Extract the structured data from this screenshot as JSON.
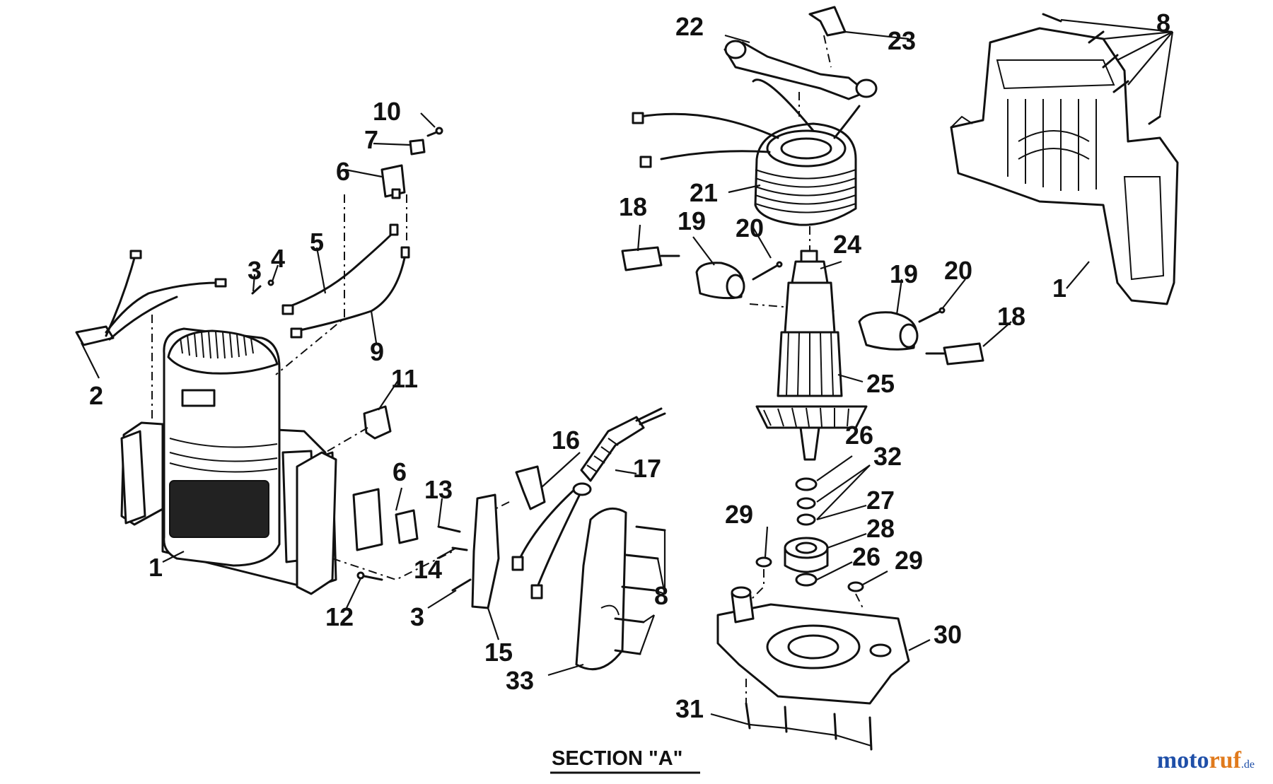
{
  "diagram": {
    "section_label": "SECTION \"A\"",
    "callouts": [
      {
        "id": "c-10-left",
        "text": "10"
      },
      {
        "id": "c-7-left",
        "text": "7"
      },
      {
        "id": "c-6-upper",
        "text": "6"
      },
      {
        "id": "c-5",
        "text": "5"
      },
      {
        "id": "c-3-upper",
        "text": "3"
      },
      {
        "id": "c-4",
        "text": "4"
      },
      {
        "id": "c-9",
        "text": "9"
      },
      {
        "id": "c-2",
        "text": "2"
      },
      {
        "id": "c-11",
        "text": "11"
      },
      {
        "id": "c-1-left",
        "text": "1"
      },
      {
        "id": "c-6-lower",
        "text": "6"
      },
      {
        "id": "c-13",
        "text": "13"
      },
      {
        "id": "c-14",
        "text": "14"
      },
      {
        "id": "c-12",
        "text": "12"
      },
      {
        "id": "c-3-lower",
        "text": "3"
      },
      {
        "id": "c-15",
        "text": "15"
      },
      {
        "id": "c-16",
        "text": "16"
      },
      {
        "id": "c-17",
        "text": "17"
      },
      {
        "id": "c-8-handle",
        "text": "8"
      },
      {
        "id": "c-33",
        "text": "33"
      },
      {
        "id": "c-22",
        "text": "22"
      },
      {
        "id": "c-23",
        "text": "23"
      },
      {
        "id": "c-21",
        "text": "21"
      },
      {
        "id": "c-18-left",
        "text": "18"
      },
      {
        "id": "c-19-left",
        "text": "19"
      },
      {
        "id": "c-20-left",
        "text": "20"
      },
      {
        "id": "c-24",
        "text": "24"
      },
      {
        "id": "c-19-right",
        "text": "19"
      },
      {
        "id": "c-20-right",
        "text": "20"
      },
      {
        "id": "c-18-right",
        "text": "18"
      },
      {
        "id": "c-25",
        "text": "25"
      },
      {
        "id": "c-26-upper",
        "text": "26"
      },
      {
        "id": "c-32",
        "text": "32"
      },
      {
        "id": "c-27",
        "text": "27"
      },
      {
        "id": "c-28",
        "text": "28"
      },
      {
        "id": "c-29-left",
        "text": "29"
      },
      {
        "id": "c-26-lower",
        "text": "26"
      },
      {
        "id": "c-29-right",
        "text": "29"
      },
      {
        "id": "c-30",
        "text": "30"
      },
      {
        "id": "c-31",
        "text": "31"
      },
      {
        "id": "c-8-top",
        "text": "8"
      },
      {
        "id": "c-1-right",
        "text": "1"
      }
    ]
  },
  "watermark": {
    "part1": "moto",
    "part2": "ruf",
    "part3": ".de"
  }
}
